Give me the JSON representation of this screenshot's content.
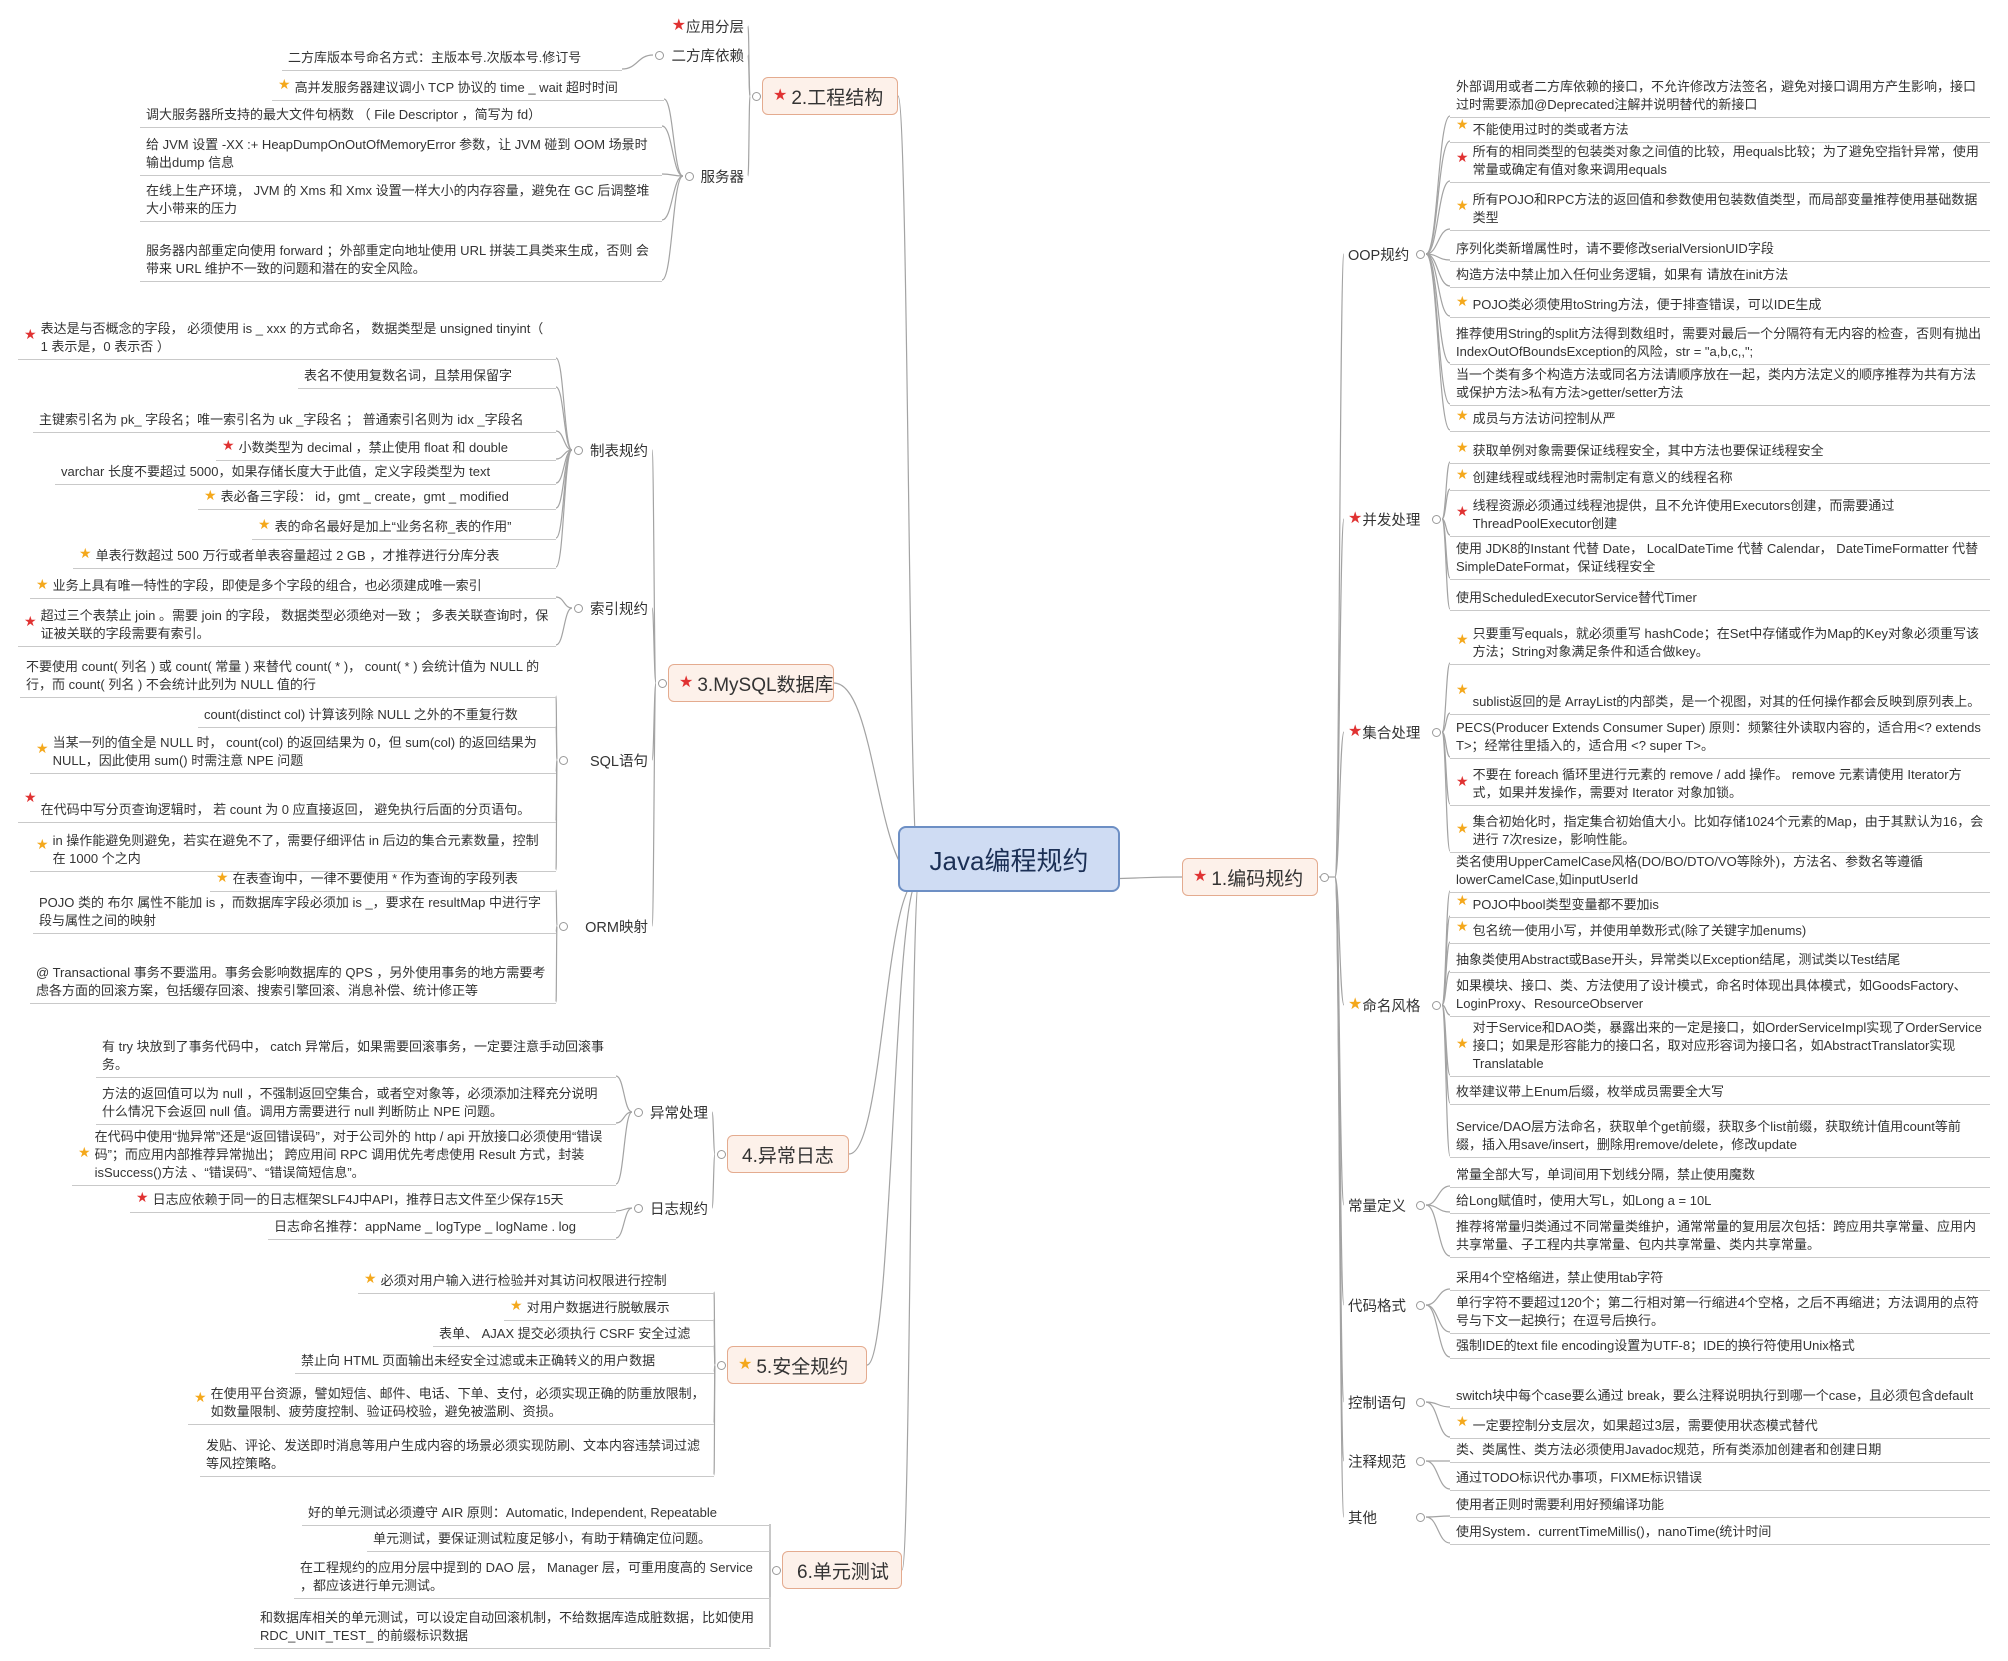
{
  "root": {
    "label": "Java编程规约"
  },
  "branches": [
    {
      "id": "b1",
      "label": "1.编码规约",
      "star": "red",
      "subs": [
        {
          "label": "OOP规约",
          "leaves": [
            {
              "text": "外部调用或者二方库依赖的接口，不允许修改方法签名，避免对接口调用方产生影响，接口过时需要添加@Deprecated注解并说明替代的新接口"
            },
            {
              "text": "不能使用过时的类或者方法",
              "star": "orange"
            },
            {
              "text": "所有的相同类型的包装类对象之间值的比较，用equals比较；为了避免空指针异常，使用常量或确定有值对象来调用equals",
              "star": "red"
            },
            {
              "text": "所有POJO和RPC方法的返回值和参数使用包装数值类型，而局部变量推荐使用基础数据类型",
              "star": "orange"
            },
            {
              "text": "序列化类新增属性时，请不要修改serialVersionUID字段"
            },
            {
              "text": "构造方法中禁止加入任何业务逻辑，如果有 请放在init方法"
            },
            {
              "text": "POJO类必须使用toString方法，便于排查错误，可以IDE生成",
              "star": "orange"
            },
            {
              "text": "推荐使用String的split方法得到数组时，需要对最后一个分隔符有无内容的检查，否则有抛出IndexOutOfBoundsException的风险，str = \"a,b,c,,\";"
            },
            {
              "text": "当一个类有多个构造方法或同名方法请顺序放在一起，类内方法定义的顺序推荐为共有方法或保护方法>私有方法>getter/setter方法"
            },
            {
              "text": "成员与方法访问控制从严",
              "star": "orange"
            }
          ]
        },
        {
          "label": "并发处理",
          "star": "red",
          "leaves": [
            {
              "text": "获取单例对象需要保证线程安全，其中方法也要保证线程安全",
              "star": "orange"
            },
            {
              "text": "创建线程或线程池时需制定有意义的线程名称",
              "star": "orange"
            },
            {
              "text": "线程资源必须通过线程池提供，且不允许使用Executors创建，而需要通过ThreadPoolExecutor创建",
              "star": "red"
            },
            {
              "text": "使用 JDK8的Instant 代替 Date， LocalDateTime 代替 Calendar， DateTimeFormatter 代替 SimpleDateFormat，保证线程安全"
            },
            {
              "text": "使用ScheduledExecutorService替代Timer"
            }
          ]
        },
        {
          "label": "集合处理",
          "star": "red",
          "leaves": [
            {
              "text": "只要重写equals，就必须重写 hashCode；在Set中存储或作为Map的Key对象必须重写该方法；String对象满足条件和适合做key。",
              "star": "orange"
            },
            {
              "text": "sublist返回的是 ArrayList的内部类，是一个视图，对其的任何操作都会反映到原列表上。",
              "star": "orange"
            },
            {
              "text": "PECS(Producer Extends Consumer Super) 原则：频繁往外读取内容的，适合用<? extends T>；经常往里插入的，适合用 <? super T>。"
            },
            {
              "text": "不要在 foreach 循环里进行元素的 remove / add 操作。 remove 元素请使用 Iterator方式，如果并发操作，需要对 Iterator 对象加锁。",
              "star": "red"
            },
            {
              "text": "集合初始化时，指定集合初始值大小。比如存储1024个元素的Map，由于其默认为16，会进行 7次resize，影响性能。",
              "star": "orange"
            }
          ]
        },
        {
          "label": "命名风格",
          "star": "orange",
          "leaves": [
            {
              "text": "类名使用UpperCamelCase风格(DO/BO/DTO/VO等除外)，方法名、参数名等遵循lowerCamelCase,如inputUserId"
            },
            {
              "text": "POJO中bool类型变量都不要加is",
              "star": "orange"
            },
            {
              "text": "包名统一使用小写，并使用单数形式(除了关键字加enums)",
              "star": "orange"
            },
            {
              "text": "抽象类使用Abstract或Base开头，异常类以Exception结尾，测试类以Test结尾"
            },
            {
              "text": "如果模块、接口、类、方法使用了设计模式，命名时体现出具体模式，如GoodsFactory、LoginProxy、ResourceObserver"
            },
            {
              "text": "对于Service和DAO类，暴露出来的一定是接口，如OrderServiceImpl实现了OrderService接口；如果是形容能力的接口名，取对应形容词为接口名，如AbstractTranslator实现Translatable",
              "star": "orange"
            },
            {
              "text": "枚举建议带上Enum后缀，枚举成员需要全大写"
            },
            {
              "text": "Service/DAO层方法命名，获取单个get前缀，获取多个list前缀，获取统计值用count等前缀，插入用save/insert，删除用remove/delete，修改update"
            }
          ]
        },
        {
          "label": "常量定义",
          "leaves": [
            {
              "text": "常量全部大写，单词间用下划线分隔，禁止使用魔数"
            },
            {
              "text": "给Long赋值时，使用大写L，如Long a = 10L"
            },
            {
              "text": "推荐将常量归类通过不同常量类维护，通常常量的复用层次包括：跨应用共享常量、应用内共享常量、子工程内共享常量、包内共享常量、类内共享常量。"
            }
          ]
        },
        {
          "label": "代码格式",
          "leaves": [
            {
              "text": "采用4个空格缩进，禁止使用tab字符"
            },
            {
              "text": "单行字符不要超过120个；第二行相对第一行缩进4个空格，之后不再缩进；方法调用的点符号与下文一起换行；在逗号后换行。"
            },
            {
              "text": "强制IDE的text file encoding设置为UTF-8；IDE的换行符使用Unix格式"
            }
          ]
        },
        {
          "label": "控制语句",
          "leaves": [
            {
              "text": "switch块中每个case要么通过 break，要么注释说明执行到哪一个case，且必须包含default"
            },
            {
              "text": "一定要控制分支层次，如果超过3层，需要使用状态模式替代",
              "star": "orange"
            }
          ]
        },
        {
          "label": "注释规范",
          "leaves": [
            {
              "text": "类、类属性、类方法必须使用Javadoc规范，所有类添加创建者和创建日期"
            },
            {
              "text": "通过TODO标识代办事项，FIXME标识错误"
            }
          ]
        },
        {
          "label": "其他",
          "leaves": [
            {
              "text": "使用者正则时需要利用好预编译功能"
            },
            {
              "text": "使用System．currentTimeMillis()，nanoTime(统计时间"
            }
          ]
        }
      ]
    },
    {
      "id": "b2",
      "label": "2.工程结构",
      "star": "red",
      "subs": [
        {
          "label": "应用分层",
          "star": "red",
          "leaves": []
        },
        {
          "label": "二方库依赖",
          "leaves": [
            {
              "text": "二方库版本号命名方式：主版本号.次版本号.修订号"
            }
          ]
        },
        {
          "label": "服务器",
          "leaves": [
            {
              "text": "高并发服务器建议调小 TCP 协议的 time _ wait 超时时间",
              "star": "orange"
            },
            {
              "text": "调大服务器所支持的最大文件句柄数 （ File Descriptor ，简写为 fd）"
            },
            {
              "text": "给 JVM 设置 -XX :+ HeapDumpOnOutOfMemoryError 参数，让 JVM 碰到 OOM 场景时输出dump 信息"
            },
            {
              "text": "在线上生产环境， JVM 的 Xms 和 Xmx 设置一样大小的内存容量，避免在 GC 后调整堆大小带来的压力"
            },
            {
              "text": "服务器内部重定向使用 forward ；外部重定向地址使用 URL 拼装工具类来生成，否则 会带来 URL 维护不一致的问题和潜在的安全风险。"
            }
          ]
        }
      ]
    },
    {
      "id": "b3",
      "label": "3.MySQL数据库",
      "star": "red",
      "subs": [
        {
          "label": "制表规约",
          "leaves": [
            {
              "text": "表达是与否概念的字段， 必须使用 is _ xxx 的方式命名， 数据类型是 unsigned tinyint（ 1 表示是，0 表示否 ）",
              "star": "red"
            },
            {
              "text": "表名不使用复数名词，且禁用保留字"
            },
            {
              "text": "主键索引名为 pk_ 字段名；唯一索引名为 uk _字段名 ； 普通索引名则为 idx _字段名"
            },
            {
              "text": "小数类型为 decimal ，禁止使用 float 和 double",
              "star": "red"
            },
            {
              "text": "varchar 长度不要超过 5000，如果存储长度大于此值，定义字段类型为 text"
            },
            {
              "text": "表必备三字段： id，gmt _ create，gmt _ modified",
              "star": "orange"
            },
            {
              "text": "表的命名最好是加上“业务名称_表的作用”",
              "star": "orange"
            },
            {
              "text": "单表行数超过 500 万行或者单表容量超过 2 GB ，才推荐进行分库分表",
              "star": "orange"
            }
          ]
        },
        {
          "label": "索引规约",
          "leaves": [
            {
              "text": "业务上具有唯一特性的字段，即使是多个字段的组合，也必须建成唯一索引",
              "star": "orange"
            },
            {
              "text": "超过三个表禁止 join 。需要 join 的字段， 数据类型必须绝对一致 ； 多表关联查询时，保证被关联的字段需要有索引。",
              "star": "red"
            }
          ]
        },
        {
          "label": "SQL语句",
          "leaves": [
            {
              "text": "不要使用 count( 列名 ) 或 count( 常量 ) 来替代 count( * )， count( * ) 会统计值为 NULL 的行，而 count( 列名 ) 不会统计此列为 NULL 值的行"
            },
            {
              "text": "count(distinct col) 计算该列除 NULL 之外的不重复行数"
            },
            {
              "text": "当某一列的值全是 NULL 时， count(col) 的返回结果为 0，但 sum(col) 的返回结果为NULL，因此使用 sum() 时需注意 NPE 问题",
              "star": "orange"
            },
            {
              "text": "在代码中写分页查询逻辑时， 若 count 为 0 应直接返回， 避免执行后面的分页语句。",
              "star": "red"
            },
            {
              "text": "in 操作能避免则避免，若实在避免不了，需要仔细评估 in 后边的集合元素数量，控制在 1000 个之内",
              "star": "orange"
            }
          ]
        },
        {
          "label": "ORM映射",
          "leaves": [
            {
              "text": "在表查询中，一律不要使用 * 作为查询的字段列表",
              "star": "orange"
            },
            {
              "text": "POJO 类的 布尔 属性不能加 is ，而数据库字段必须加 is _，要求在 resultMap 中进行字段与属性之间的映射"
            },
            {
              "text": "@ Transactional 事务不要滥用。事务会影响数据库的 QPS ，另外使用事务的地方需要考虑各方面的回滚方案，包括缓存回滚、搜索引擎回滚、消息补偿、统计修正等"
            }
          ]
        }
      ]
    },
    {
      "id": "b4",
      "label": "4.异常日志",
      "subs": [
        {
          "label": "异常处理",
          "leaves": [
            {
              "text": "有 try 块放到了事务代码中， catch 异常后，如果需要回滚事务，一定要注意手动回滚事务。"
            },
            {
              "text": "方法的返回值可以为 null ，不强制返回空集合，或者空对象等，必须添加注释充分说明什么情况下会返回 null 值。调用方需要进行 null 判断防止 NPE 问题。"
            },
            {
              "text": "在代码中使用“抛异常”还是“返回错误码”，对于公司外的 http / api 开放接口必须使用“错误码”；而应用内部推荐异常抛出； 跨应用间 RPC 调用优先考虑使用 Result 方式，封装 isSuccess()方法 、“错误码”、“错误简短信息”。",
              "star": "orange"
            }
          ]
        },
        {
          "label": "日志规约",
          "leaves": [
            {
              "text": "日志应依赖于同一的日志框架SLF4J中API，推荐日志文件至少保存15天",
              "star": "red"
            },
            {
              "text": "日志命名推荐：appName _ logType _ logName . log"
            }
          ]
        }
      ]
    },
    {
      "id": "b5",
      "label": "5.安全规约",
      "star": "orange",
      "leaves": [
        {
          "text": "必须对用户输入进行检验并对其访问权限进行控制",
          "star": "orange"
        },
        {
          "text": "对用户数据进行脱敏展示",
          "star": "orange"
        },
        {
          "text": "表单、 AJAX 提交必须执行 CSRF 安全过滤"
        },
        {
          "text": "禁止向 HTML 页面输出未经安全过滤或未正确转义的用户数据"
        },
        {
          "text": "在使用平台资源，譬如短信、邮件、电话、下单、支付，必须实现正确的防重放限制，如数量限制、疲劳度控制、验证码校验，避免被滥刷、资损。",
          "star": "orange"
        },
        {
          "text": "发贴、评论、发送即时消息等用户生成内容的场景必须实现防刷、文本内容违禁词过滤等风控策略。"
        }
      ]
    },
    {
      "id": "b6",
      "label": "6.单元测试",
      "leaves": [
        {
          "text": "好的单元测试必须遵守 AIR 原则：Automatic, Independent, Repeatable"
        },
        {
          "text": "单元测试，要保证测试粒度足够小，有助于精确定位问题。"
        },
        {
          "text": "在工程规约的应用分层中提到的 DAO 层， Manager 层，可重用度高的 Service ，都应该进行单元测试。"
        },
        {
          "text": "和数据库相关的单元测试，可以设定自动回滚机制，不给数据库造成脏数据，比如使用 RDC_UNIT_TEST_ 的前缀标识数据"
        }
      ]
    }
  ]
}
